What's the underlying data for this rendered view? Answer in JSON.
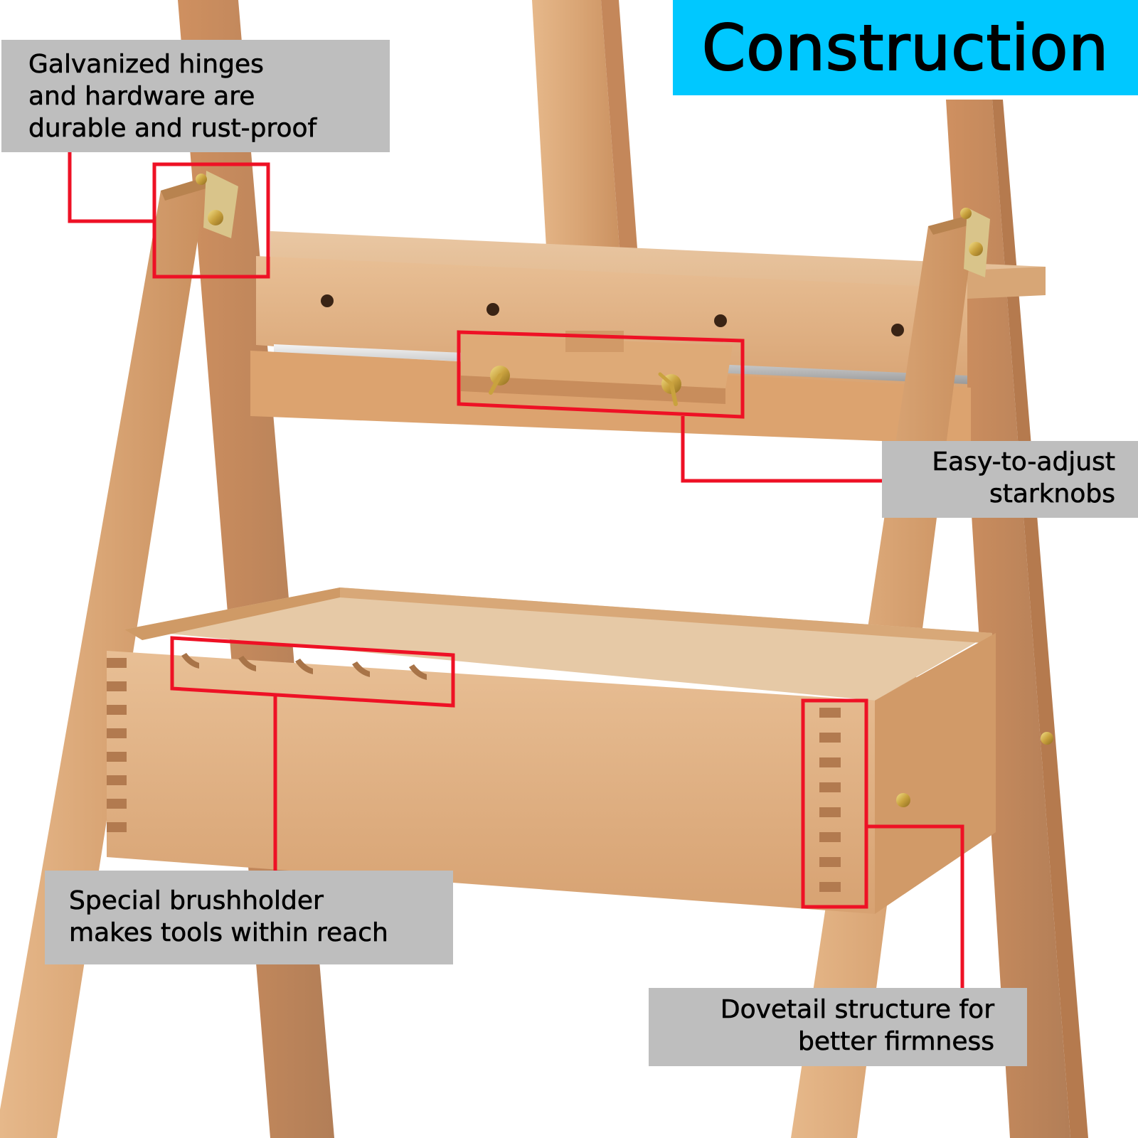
{
  "title": {
    "text": "Construction",
    "background_color": "#00c8ff",
    "text_color": "#000000"
  },
  "product": {
    "subject": "wooden studio easel",
    "wood_color": "#d9a677",
    "hardware_color": "#d4b04a",
    "highlight_color": "#ee1125"
  },
  "callouts": [
    {
      "id": "hinges",
      "lines": [
        "Galvanized hinges",
        "and hardware are",
        "durable and rust-proof"
      ],
      "align": "left",
      "target": "top hinge on front leg"
    },
    {
      "id": "starknobs",
      "lines": [
        "Easy-to-adjust",
        "starknobs"
      ],
      "align": "right",
      "target": "canvas holder clamp with two wing knobs"
    },
    {
      "id": "brushholder",
      "lines": [
        "Special brushholder",
        "makes tools within reach"
      ],
      "align": "left",
      "target": "notched brush rest on drawer tray"
    },
    {
      "id": "dovetail",
      "lines": [
        "Dovetail structure for",
        "better firmness"
      ],
      "align": "right",
      "target": "dovetail joint on drawer corner"
    }
  ],
  "callout_style": {
    "background_color": "#bebebe",
    "text_color": "#000000"
  }
}
